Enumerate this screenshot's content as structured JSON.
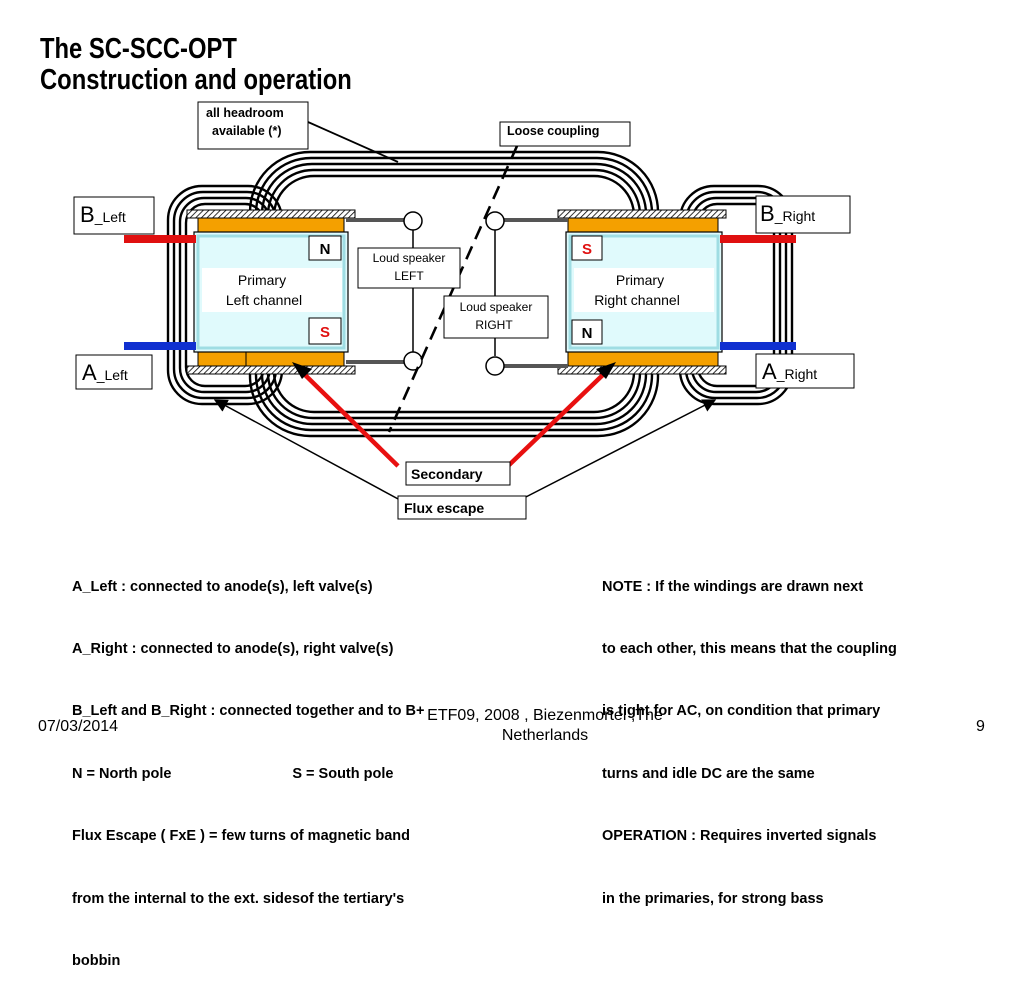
{
  "title": {
    "line1": "The SC-SCC-OPT",
    "line2": "Construction and operation"
  },
  "diagram": {
    "label_headroom_1": "all headroom",
    "label_headroom_2": "available (*)",
    "label_loose": "Loose coupling",
    "b_left": {
      "letter": "B",
      "sub": "_Left"
    },
    "a_left": {
      "letter": "A",
      "sub": "_Left"
    },
    "b_right": {
      "letter": "B",
      "sub": "_Right"
    },
    "a_right": {
      "letter": "A",
      "sub": "_Right"
    },
    "pole_left_top": "N",
    "pole_left_bottom": "S",
    "pole_right_top": "S",
    "pole_right_bottom": "N",
    "primary_left_1": "Primary",
    "primary_left_2": "Left channel",
    "primary_right_1": "Primary",
    "primary_right_2": "Right  channel",
    "speaker_left_1": "Loud speaker",
    "speaker_left_2": "LEFT",
    "speaker_right_1": "Loud speaker",
    "speaker_right_2": "RIGHT",
    "secondary": "Secondary",
    "flux_escape": "Flux escape",
    "colors": {
      "core": "#000000",
      "bobbin": "#f4a000",
      "primary_fill": "#e0fafc",
      "red_lead": "#e01010",
      "blue_lead": "#1030d0",
      "arrow": "#e81010"
    }
  },
  "notes_left": [
    "A_Left : connected to anode(s), left valve(s)",
    "A_Right : connected to anode(s), right valve(s)",
    "B_Left and B_Right : connected together and to B+",
    "N = North pole                              S = South pole",
    "Flux Escape ( FxE ) = few turns of magnetic band",
    "from the internal to the ext. sidesof the tertiary's",
    "bobbin"
  ],
  "notes_right": [
    "NOTE : If the windings are drawn next",
    "to each other, this means that the coupling",
    "is tight for AC, on condition that primary",
    "turns and idle DC are the same",
    "OPERATION : Requires inverted signals",
    "in the primaries, for strong bass"
  ],
  "footer": {
    "date": "07/03/2014",
    "event_1": "ETF09, 2008 , Biezenmortel ,The",
    "event_2": "Netherlands",
    "page": "9"
  }
}
